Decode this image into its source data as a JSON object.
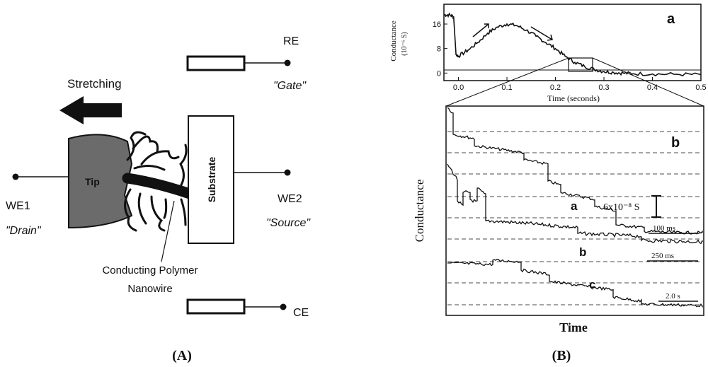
{
  "panel_a_schematic": {
    "stretching": "Stretching",
    "tip": "Tip",
    "substrate": "Substrate",
    "re": "RE",
    "gate": "\"Gate\"",
    "we1": "WE1",
    "drain": "\"Drain\"",
    "we2": "WE2",
    "source": "\"Source\"",
    "ce": "CE",
    "nanowire_line1": "Conducting Polymer",
    "nanowire_line2": "Nanowire",
    "caption": "(A)"
  },
  "panel_b": {
    "caption": "(B)",
    "top": {
      "letter": "a",
      "ylabel": "Conductance",
      "yunit": "(10⁻⁶ S)",
      "xlabel": "Time (seconds)",
      "yticks": [
        "16",
        "8",
        "0"
      ],
      "xticks": [
        "0.0",
        "0.1",
        "0.2",
        "0.3",
        "0.4",
        "0.5"
      ]
    },
    "bottom": {
      "letter": "b",
      "ylabel": "Conductance",
      "xlabel": "Time",
      "scale_label": "6x10⁻⁸ S",
      "traces": [
        {
          "label": "a",
          "timescale": "100 ms"
        },
        {
          "label": "b",
          "timescale": "250 ms"
        },
        {
          "label": "c",
          "timescale": "2.0 s"
        }
      ]
    }
  },
  "chart_data": {
    "type": "line",
    "title": "",
    "xlabel": "Time (seconds)",
    "ylabel": "Conductance (10^-6 S)",
    "xlim": [
      -0.03,
      0.5
    ],
    "ylim": [
      -2,
      22
    ],
    "series": [
      {
        "x": [
          -0.03,
          -0.02,
          -0.01,
          -0.005,
          0.0,
          0.02,
          0.04,
          0.06,
          0.08,
          0.1,
          0.12,
          0.14,
          0.16,
          0.18,
          0.2,
          0.22,
          0.24,
          0.26,
          0.28,
          0.3,
          0.32,
          0.34,
          0.36,
          0.4,
          0.45,
          0.5
        ],
        "y": [
          19,
          19,
          18.5,
          6,
          5.5,
          7.5,
          10,
          13,
          15,
          16,
          15.5,
          14,
          12,
          10,
          8,
          5.5,
          3.5,
          2.2,
          1.2,
          0.5,
          0.2,
          0,
          -0.2,
          -0.3,
          -0.4,
          -0.5
        ]
      }
    ]
  }
}
